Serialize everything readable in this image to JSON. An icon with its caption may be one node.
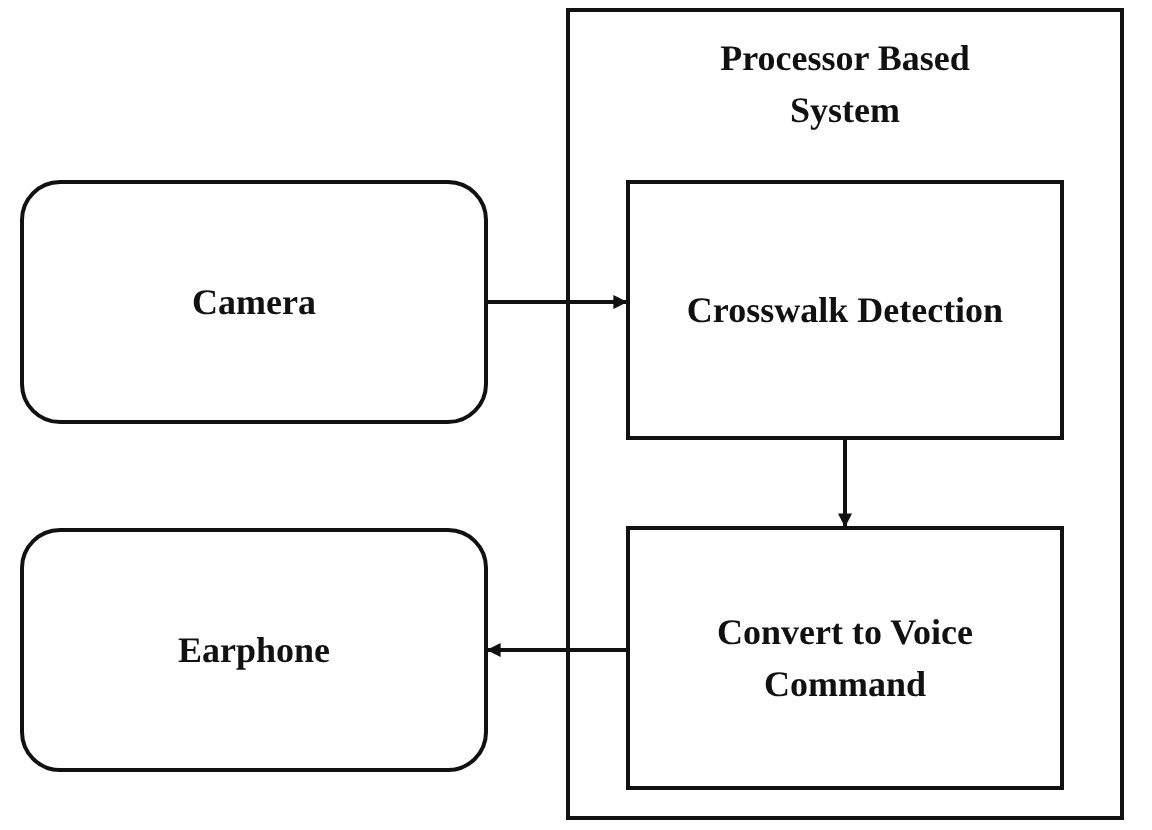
{
  "diagram": {
    "nodes": [
      {
        "text": [
          "Camera"
        ]
      },
      {
        "text": [
          "Processor Based System"
        ]
      },
      {
        "text": [
          "Crosswalk Detection"
        ],
        "in": 1
      },
      {
        "text": [
          "Earphone"
        ]
      },
      {
        "text": [
          "Convert to Voice Command"
        ],
        "in": 1
      }
    ],
    "edges": [
      {
        "from": 0,
        "to": 2,
        "arrow": "to"
      },
      {
        "from": 2,
        "to": 4,
        "arrow": "to"
      },
      {
        "from": 4,
        "to": 3,
        "arrow": "to"
      }
    ]
  }
}
